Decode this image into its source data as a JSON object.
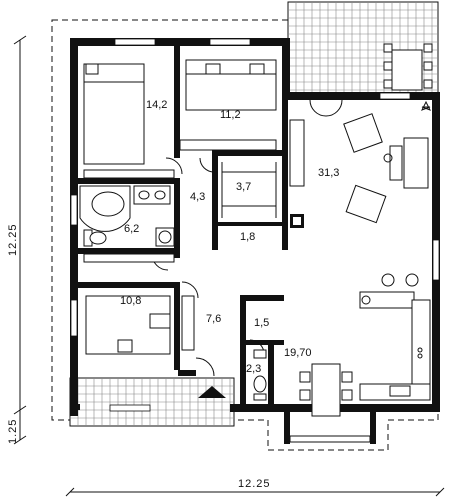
{
  "rooms": {
    "bedroom_1": "14,2",
    "bedroom_2": "11,2",
    "living": "31,3",
    "hall": "4,3",
    "closet": "3,7",
    "bathroom": "6,2",
    "storage": "1,8",
    "bedroom_3": "10,8",
    "corridor": "7,6",
    "pantry": "1,5",
    "wc": "2,3",
    "kitchen": "19,70"
  },
  "dimensions": {
    "left_total": "12.25",
    "left_terrace": "1.25",
    "bottom": "12.25"
  }
}
